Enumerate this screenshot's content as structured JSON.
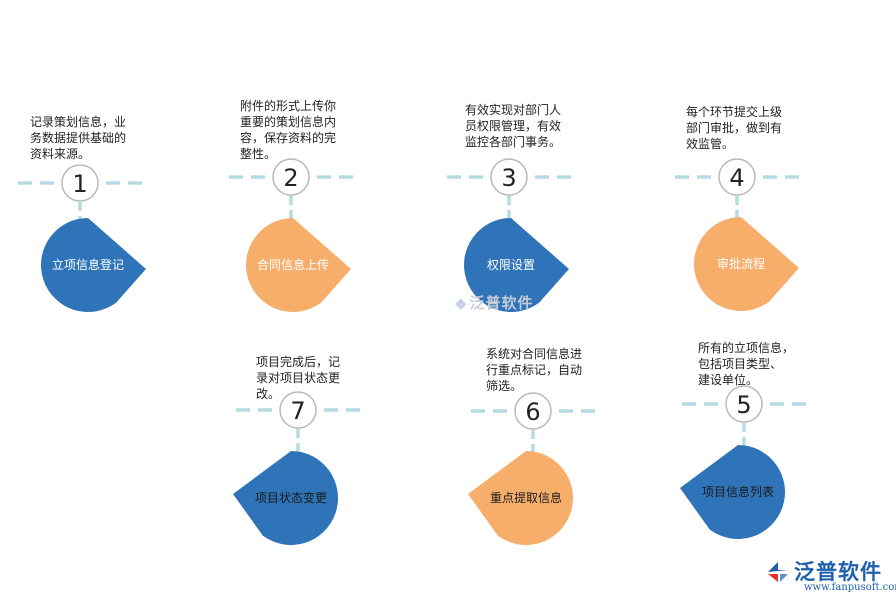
{
  "steps": [
    {
      "num": "1",
      "label": "立项信息登记",
      "color": "#2f74b8",
      "dir": "right",
      "desc": [
        "记录策划信息，业",
        "务数据提供基础的",
        "资料来源。"
      ]
    },
    {
      "num": "2",
      "label": "合同信息上传",
      "color": "#f8ae6b",
      "dir": "right",
      "desc": [
        "附件的形式上传你",
        "重要的策划信息内",
        "容，保存资料的完",
        "整性。"
      ]
    },
    {
      "num": "3",
      "label": "权限设置",
      "color": "#2f74b8",
      "dir": "right",
      "desc": [
        "有效实现对部门人",
        "员权限管理，有效",
        "监控各部门事务。"
      ]
    },
    {
      "num": "4",
      "label": "审批流程",
      "color": "#f8ae6b",
      "dir": "right",
      "desc": [
        "每个环节提交上级",
        "部门审批，做到有",
        "效监管。"
      ]
    },
    {
      "num": "5",
      "label": "项目信息列表",
      "color": "#2f74b8",
      "dir": "left",
      "desc": [
        "所有的立项信息，",
        "包括项目类型、",
        "建设单位。"
      ]
    },
    {
      "num": "6",
      "label": "重点提取信息",
      "color": "#f8ae6b",
      "dir": "left",
      "desc": [
        "系统对合同信息进",
        "行重点标记，自动",
        "筛选。"
      ]
    },
    {
      "num": "7",
      "label": "项目状态变更",
      "color": "#2f74b8",
      "dir": "left",
      "desc": [
        "项目完成后，记",
        "录对项目状态更",
        "改。"
      ]
    }
  ],
  "colors": {
    "dash": "#b5dce0",
    "circle_stroke": "#b9b9b9"
  },
  "watermark": {
    "text": "泛普软件"
  },
  "logo": {
    "name": "泛普软件",
    "url": "www.fanpusoft.com"
  }
}
